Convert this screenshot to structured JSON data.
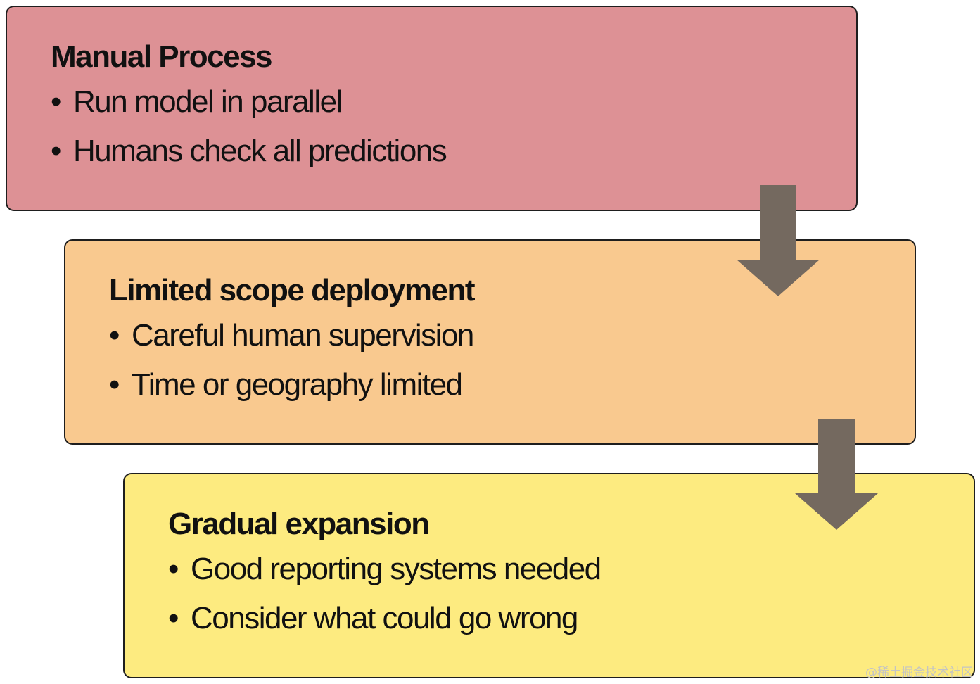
{
  "stages": [
    {
      "title": "Manual Process",
      "bullets": [
        "Run model in parallel",
        "Humans check all predictions"
      ],
      "color": "#dd9195"
    },
    {
      "title": "Limited scope deployment",
      "bullets": [
        "Careful human supervision",
        "Time or geography limited"
      ],
      "color": "#f9c98f"
    },
    {
      "title": "Gradual expansion",
      "bullets": [
        "Good reporting systems needed",
        "Consider what could go wrong"
      ],
      "color": "#fdeb80"
    }
  ],
  "bullet_symbol": "•",
  "arrow_color": "#74695f",
  "watermark": "@稀土掘金技术社区"
}
